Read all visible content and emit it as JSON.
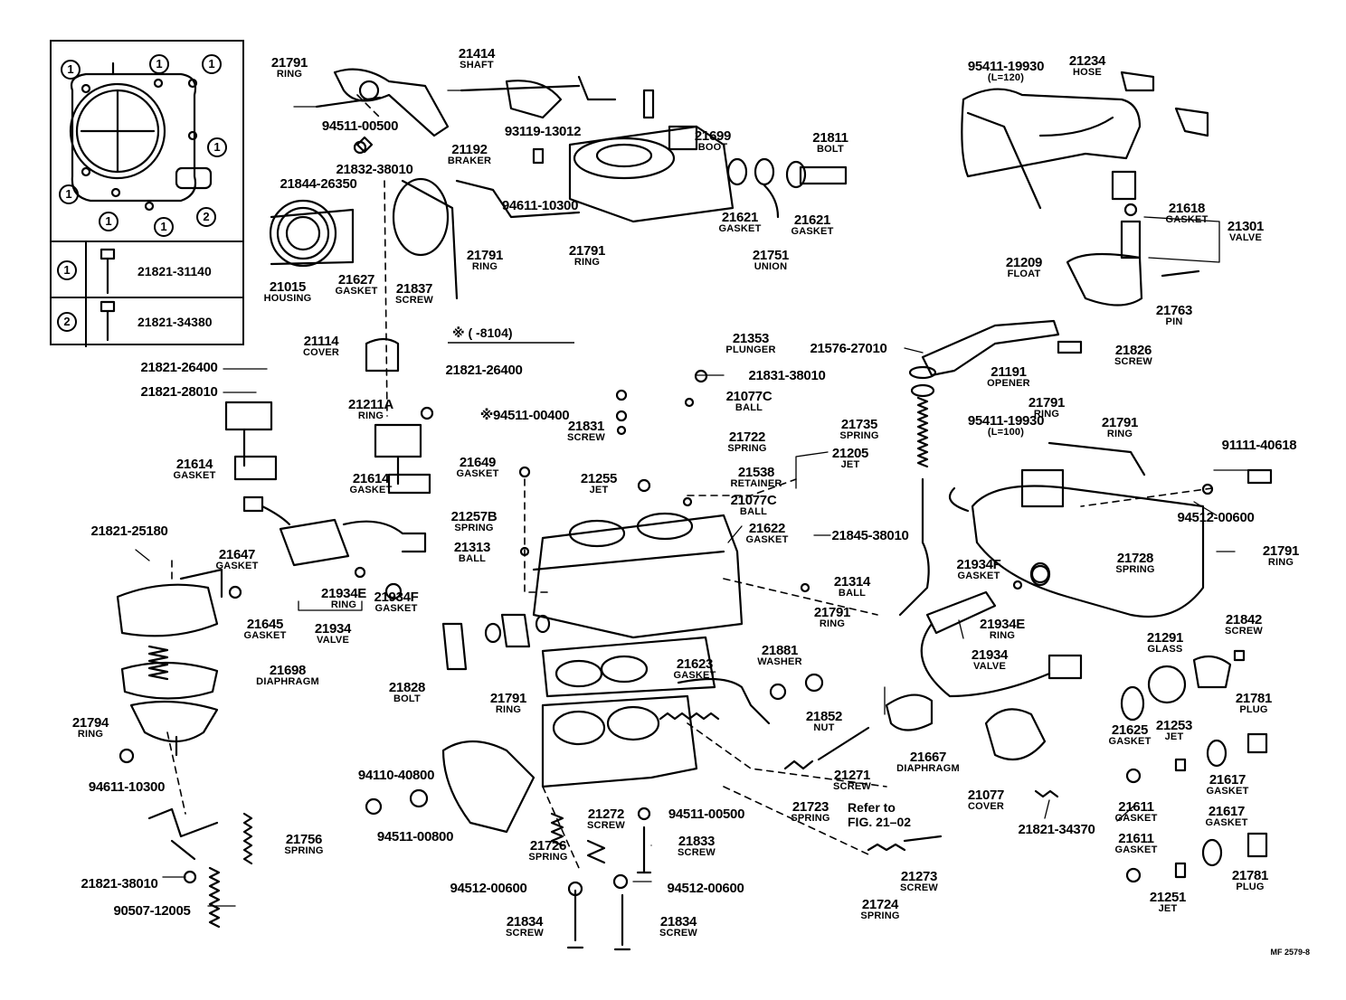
{
  "legend": {
    "rows": [
      {
        "marker": "1",
        "part_no": "21821-31140"
      },
      {
        "marker": "2",
        "part_no": "21821-34380"
      }
    ],
    "markers_in_figure": [
      "1",
      "1",
      "1",
      "1",
      "1",
      "1",
      "1",
      "2"
    ]
  },
  "note": "※ (      -8104)",
  "refer": {
    "line1": "Refer to",
    "line2": "FIG. 21–02"
  },
  "drawing_code": "MF 2579-8",
  "callouts": [
    {
      "pn": "21791",
      "name": "RING"
    },
    {
      "pn": "21414",
      "name": "SHAFT"
    },
    {
      "pn": "94511-00500",
      "name": ""
    },
    {
      "pn": "21192",
      "name": "BRAKER"
    },
    {
      "pn": "93119-13012",
      "name": ""
    },
    {
      "pn": "21699",
      "name": "BOOT"
    },
    {
      "pn": "21811",
      "name": "BOLT"
    },
    {
      "pn": "21832-38010",
      "name": ""
    },
    {
      "pn": "21844-26350",
      "name": ""
    },
    {
      "pn": "94611-10300",
      "name": ""
    },
    {
      "pn": "21621",
      "name": "GASKET"
    },
    {
      "pn": "21621",
      "name": "GASKET"
    },
    {
      "pn": "21791",
      "name": "RING"
    },
    {
      "pn": "21791",
      "name": "RING"
    },
    {
      "pn": "21751",
      "name": "UNION"
    },
    {
      "pn": "21015",
      "name": "HOUSING"
    },
    {
      "pn": "21627",
      "name": "GASKET"
    },
    {
      "pn": "21837",
      "name": "SCREW"
    },
    {
      "pn": "95411-19930",
      "name": "(L=120)"
    },
    {
      "pn": "21234",
      "name": "HOSE"
    },
    {
      "pn": "21618",
      "name": "GASKET"
    },
    {
      "pn": "21301",
      "name": "VALVE"
    },
    {
      "pn": "21209",
      "name": "FLOAT"
    },
    {
      "pn": "21763",
      "name": "PIN"
    },
    {
      "pn": "21114",
      "name": "COVER"
    },
    {
      "pn": "21353",
      "name": "PLUNGER"
    },
    {
      "pn": "21576-27010",
      "name": ""
    },
    {
      "pn": "21826",
      "name": "SCREW"
    },
    {
      "pn": "21821-26400",
      "name": ""
    },
    {
      "pn": "21821-26400",
      "name": ""
    },
    {
      "pn": "21831-38010",
      "name": ""
    },
    {
      "pn": "21191",
      "name": "OPENER"
    },
    {
      "pn": "21821-28010",
      "name": ""
    },
    {
      "pn": "21211A",
      "name": "RING"
    },
    {
      "pn": "21077C",
      "name": "BALL"
    },
    {
      "pn": "※94511-00400",
      "name": ""
    },
    {
      "pn": "21831",
      "name": "SCREW"
    },
    {
      "pn": "21722",
      "name": "SPRING"
    },
    {
      "pn": "21735",
      "name": "SPRING"
    },
    {
      "pn": "21791",
      "name": "RING"
    },
    {
      "pn": "95411-19930",
      "name": "(L=100)"
    },
    {
      "pn": "21791",
      "name": "RING"
    },
    {
      "pn": "21614",
      "name": "GASKET"
    },
    {
      "pn": "21614",
      "name": "GASKET"
    },
    {
      "pn": "21649",
      "name": "GASKET"
    },
    {
      "pn": "21205",
      "name": "JET"
    },
    {
      "pn": "91111-40618",
      "name": ""
    },
    {
      "pn": "21538",
      "name": "RETAINER"
    },
    {
      "pn": "21255",
      "name": "JET"
    },
    {
      "pn": "21077C",
      "name": "BALL"
    },
    {
      "pn": "21257B",
      "name": "SPRING"
    },
    {
      "pn": "21622",
      "name": "GASKET"
    },
    {
      "pn": "94512-00600",
      "name": ""
    },
    {
      "pn": "21821-25180",
      "name": ""
    },
    {
      "pn": "21313",
      "name": "BALL"
    },
    {
      "pn": "21845-38010",
      "name": ""
    },
    {
      "pn": "21647",
      "name": "GASKET"
    },
    {
      "pn": "21791",
      "name": "RING"
    },
    {
      "pn": "21934F",
      "name": "GASKET"
    },
    {
      "pn": "21728",
      "name": "SPRING"
    },
    {
      "pn": "21314",
      "name": "BALL"
    },
    {
      "pn": "21934E",
      "name": "RING"
    },
    {
      "pn": "21645",
      "name": "GASKET"
    },
    {
      "pn": "21934",
      "name": "VALVE"
    },
    {
      "pn": "21934F",
      "name": "GASKET"
    },
    {
      "pn": "21791",
      "name": "RING"
    },
    {
      "pn": "21934E",
      "name": "RING"
    },
    {
      "pn": "21842",
      "name": "SCREW"
    },
    {
      "pn": "21291",
      "name": "GLASS"
    },
    {
      "pn": "21934",
      "name": "VALVE"
    },
    {
      "pn": "21698",
      "name": "DIAPHRAGM"
    },
    {
      "pn": "21623",
      "name": "GASKET"
    },
    {
      "pn": "21881",
      "name": "WASHER"
    },
    {
      "pn": "21828",
      "name": "BOLT"
    },
    {
      "pn": "21791",
      "name": "RING"
    },
    {
      "pn": "21852",
      "name": "NUT"
    },
    {
      "pn": "21781",
      "name": "PLUG"
    },
    {
      "pn": "21794",
      "name": "RING"
    },
    {
      "pn": "21625",
      "name": "GASKET"
    },
    {
      "pn": "21253",
      "name": "JET"
    },
    {
      "pn": "21667",
      "name": "DIAPHRAGM"
    },
    {
      "pn": "21617",
      "name": "GASKET"
    },
    {
      "pn": "94611-10300",
      "name": ""
    },
    {
      "pn": "94110-40800",
      "name": ""
    },
    {
      "pn": "21271",
      "name": "SCREW"
    },
    {
      "pn": "21077",
      "name": "COVER"
    },
    {
      "pn": "21723",
      "name": "SPRING"
    },
    {
      "pn": "21611",
      "name": "GASKET"
    },
    {
      "pn": "21617",
      "name": "GASKET"
    },
    {
      "pn": "21272",
      "name": "SCREW"
    },
    {
      "pn": "94511-00500",
      "name": ""
    },
    {
      "pn": "21821-34370",
      "name": ""
    },
    {
      "pn": "94511-00800",
      "name": ""
    },
    {
      "pn": "21756",
      "name": "SPRING"
    },
    {
      "pn": "21833",
      "name": "SCREW"
    },
    {
      "pn": "21611",
      "name": "GASKET"
    },
    {
      "pn": "21726",
      "name": "SPRING"
    },
    {
      "pn": "21273",
      "name": "SCREW"
    },
    {
      "pn": "21781",
      "name": "PLUG"
    },
    {
      "pn": "21821-38010",
      "name": ""
    },
    {
      "pn": "94512-00600",
      "name": ""
    },
    {
      "pn": "94512-00600",
      "name": ""
    },
    {
      "pn": "21724",
      "name": "SPRING"
    },
    {
      "pn": "21251",
      "name": "JET"
    },
    {
      "pn": "90507-12005",
      "name": ""
    },
    {
      "pn": "21834",
      "name": "SCREW"
    },
    {
      "pn": "21834",
      "name": "SCREW"
    }
  ]
}
